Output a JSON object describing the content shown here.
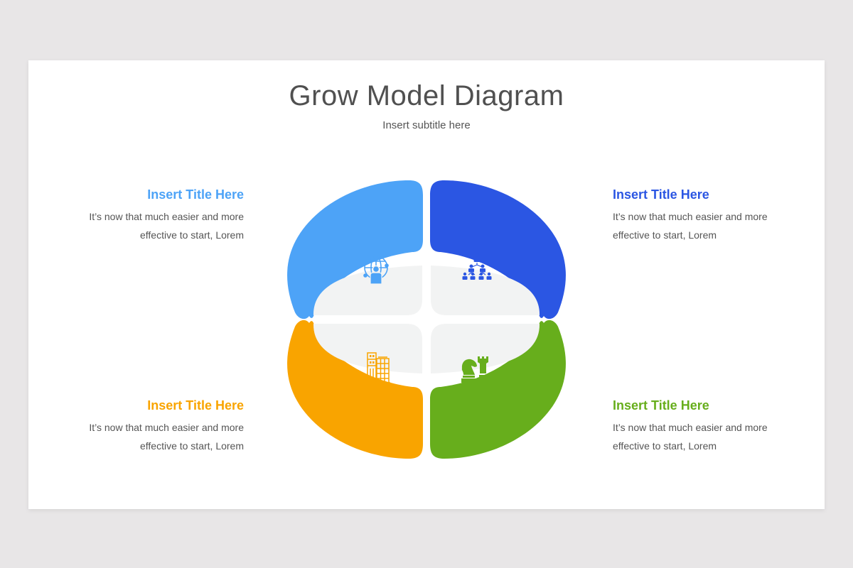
{
  "header": {
    "title": "Grow Model Diagram",
    "subtitle": "Insert subtitle here"
  },
  "colors": {
    "background": "#e8e6e7",
    "slide": "#ffffff",
    "petal": "#f2f3f3",
    "light_blue": "#4da3f7",
    "dark_blue": "#2b56e3",
    "orange": "#f9a400",
    "green": "#67ae1c",
    "text_gray": "#555555"
  },
  "quadrants": [
    {
      "position": "top-left",
      "color": "#4da3f7",
      "icon": "global-person-icon",
      "title": "Insert Title Here",
      "body_line1": "It’s now that much easier and more",
      "body_line2": "effective to start, Lorem"
    },
    {
      "position": "top-right",
      "color": "#2b56e3",
      "icon": "team-hierarchy-icon",
      "title": "Insert Title Here",
      "body_line1": "It’s now that much easier and more",
      "body_line2": "effective to start, Lorem"
    },
    {
      "position": "bottom-left",
      "color": "#f9a400",
      "icon": "buildings-icon",
      "title": "Insert Title Here",
      "body_line1": "It’s now that much easier and more",
      "body_line2": "effective to start, Lorem"
    },
    {
      "position": "bottom-right",
      "color": "#67ae1c",
      "icon": "chess-strategy-icon",
      "title": "Insert Title Here",
      "body_line1": "It’s now that much easier and more",
      "body_line2": "effective to start, Lorem"
    }
  ]
}
